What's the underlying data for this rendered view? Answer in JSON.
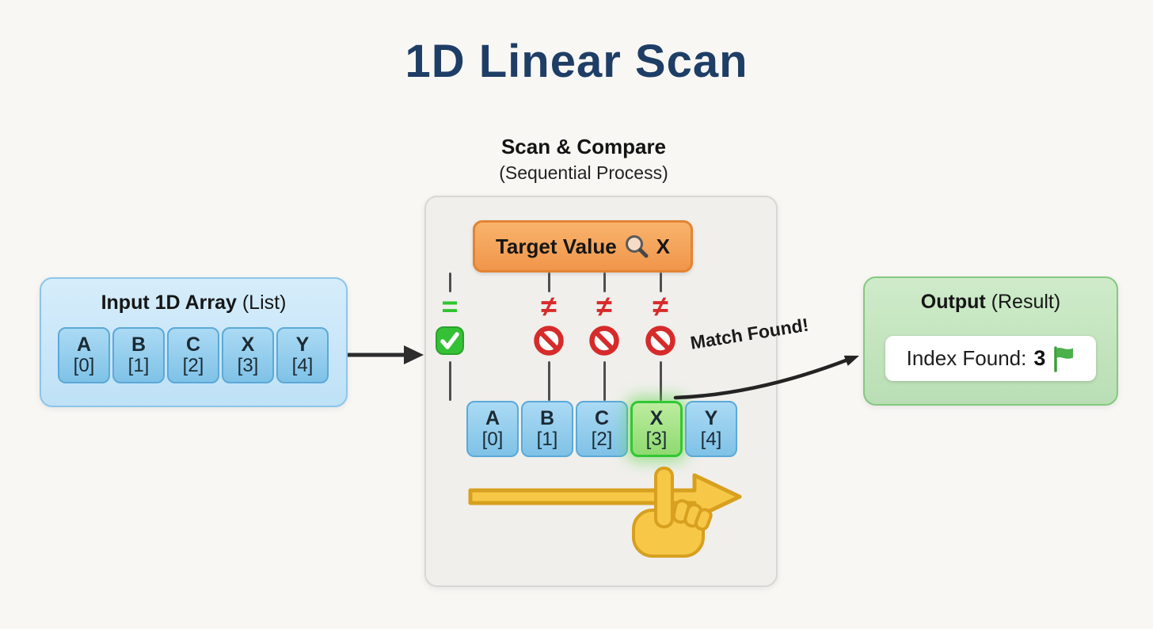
{
  "title": "1D Linear Scan",
  "input_panel": {
    "heading_bold": "Input 1D Array",
    "heading_note": "(List)",
    "cells": [
      {
        "letter": "A",
        "index": "[0]"
      },
      {
        "letter": "B",
        "index": "[1]"
      },
      {
        "letter": "C",
        "index": "[2]"
      },
      {
        "letter": "X",
        "index": "[3]"
      },
      {
        "letter": "Y",
        "index": "[4]"
      }
    ]
  },
  "scan_panel": {
    "heading_bold": "Scan & Compare",
    "heading_note": "(Sequential Process)",
    "target_label": "Target Value",
    "target_value": "X",
    "comparisons": [
      {
        "symbol": "≠",
        "result": "no-match"
      },
      {
        "symbol": "≠",
        "result": "no-match"
      },
      {
        "symbol": "≠",
        "result": "no-match"
      },
      {
        "symbol": "=",
        "result": "match"
      }
    ],
    "cells": [
      {
        "letter": "A",
        "index": "[0]"
      },
      {
        "letter": "B",
        "index": "[1]"
      },
      {
        "letter": "C",
        "index": "[2]"
      },
      {
        "letter": "X",
        "index": "[3]"
      },
      {
        "letter": "Y",
        "index": "[4]"
      }
    ],
    "match_label": "Match Found!"
  },
  "output_panel": {
    "heading_bold": "Output",
    "heading_note": "(Result)",
    "result_label": "Index Found:",
    "result_value": "3"
  },
  "icons": {
    "magnifier": "search-icon",
    "no_match": "no-entry-icon",
    "match": "check-icon",
    "flag": "green-flag-icon",
    "hand": "pointing-hand-icon"
  },
  "colors": {
    "background": "#f8f7f4",
    "title": "#1e3e66",
    "input_fill": "#cce7f8",
    "input_border": "#8cc5e9",
    "cell_fill": "#9fd2f0",
    "cell_border": "#5ba9d8",
    "scan_panel_fill": "#f0efec",
    "target_fill": "#f6a85e",
    "target_border": "#e28435",
    "mismatch_red": "#d62b2b",
    "match_green": "#2fc42f",
    "match_cell_fill": "#a5e289",
    "output_fill": "#c8e7c3",
    "output_border": "#84c97f",
    "arrow_yellow": "#f7c847",
    "arrow_yellow_border": "#d8a01f",
    "flag_green": "#4cb04c"
  }
}
